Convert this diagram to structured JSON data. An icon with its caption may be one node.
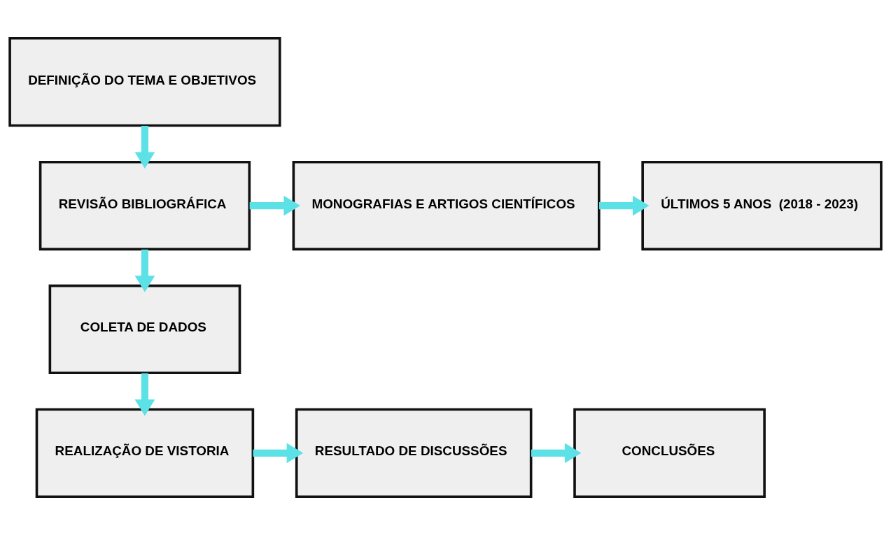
{
  "diagram": {
    "nodes": [
      {
        "text": [
          "DEFINIÇÃO DO TEMA E OBJETIVOS"
        ]
      },
      {
        "text": [
          "REVISÃO BIBLIOGRÁFICA"
        ]
      },
      {
        "text": [
          "MONOGRAFIAS E ARTIGOS CIENTÍFICOS"
        ]
      },
      {
        "text": [
          "ÚLTIMOS 5 ANOS  (2018 - 2023)"
        ]
      },
      {
        "text": [
          "COLETA DE DADOS"
        ]
      },
      {
        "text": [
          "REALIZAÇÃO DE VISTORIA"
        ]
      },
      {
        "text": [
          "RESULTADO DE DISCUSSÕES"
        ]
      },
      {
        "text": [
          "CONCLUSÕES"
        ]
      }
    ],
    "edges": [
      {
        "from": 0,
        "to": 1,
        "arrow": "to"
      },
      {
        "from": 1,
        "to": 2,
        "arrow": "to"
      },
      {
        "from": 2,
        "to": 3,
        "arrow": "to"
      },
      {
        "from": 1,
        "to": 4,
        "arrow": "to"
      },
      {
        "from": 4,
        "to": 5,
        "arrow": "to"
      },
      {
        "from": 5,
        "to": 6,
        "arrow": "to"
      },
      {
        "from": 6,
        "to": 7,
        "arrow": "to"
      }
    ]
  }
}
